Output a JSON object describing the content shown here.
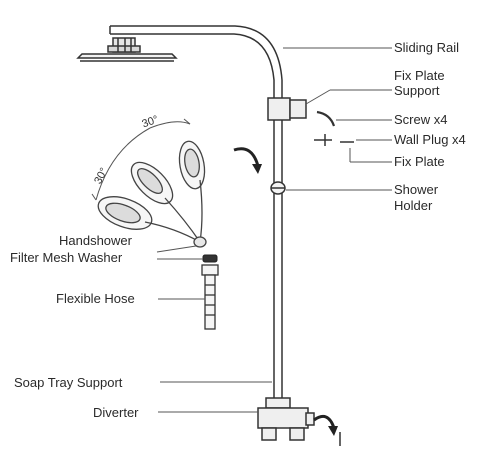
{
  "labels": {
    "sliding_rail": "Sliding Rail",
    "fix_plate_support_1": "Fix Plate",
    "fix_plate_support_2": "Support",
    "screw": "Screw x4",
    "wall_plug": "Wall Plug x4",
    "fix_plate": "Fix Plate",
    "shower_holder_1": "Shower",
    "shower_holder_2": "Holder",
    "handshower": "Handshower",
    "filter_mesh_washer": "Filter Mesh Washer",
    "flexible_hose": "Flexible Hose",
    "soap_tray_support": "Soap Tray Support",
    "diverter": "Diverter"
  },
  "angles": {
    "a1": "30°",
    "a2": "30°"
  },
  "colors": {
    "ink": "#2a2a2a",
    "line": "#555555"
  }
}
